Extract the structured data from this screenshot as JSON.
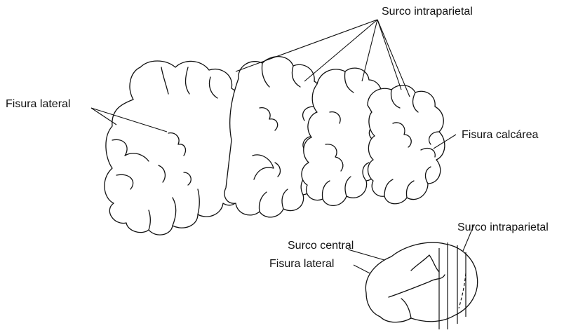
{
  "figure": {
    "labels": {
      "surco_intraparietal_top": "Surco intraparietal",
      "fisura_lateral_left": "Fisura lateral",
      "fisura_calcarea": "Fisura calcárea",
      "surco_intraparietal_bottom": "Surco intraparietal",
      "surco_central": "Surco central",
      "fisura_lateral_bottom": "Fisura lateral"
    }
  }
}
